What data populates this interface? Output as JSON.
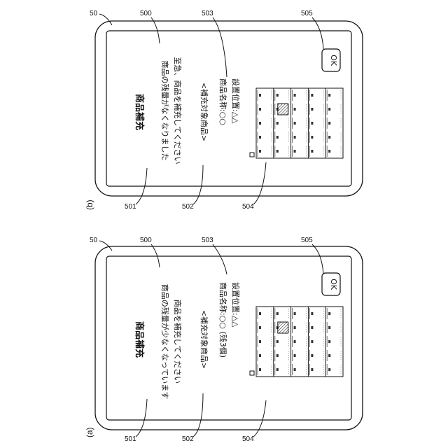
{
  "refs": {
    "device": "50",
    "screen": "500",
    "message": "501",
    "target_info": "502",
    "product_info": "503",
    "shelf_image": "504",
    "ok_button": "505"
  },
  "panels": [
    {
      "label": "(a)",
      "title": "商品補充",
      "message_lines": [
        "商品の残量が少なくなっています",
        "商品を補充してください"
      ],
      "target_heading": "<補充対象商品>",
      "product_name": "商品名称:○○ (残3個)",
      "location": "設置位置:△△",
      "ok_label": "OK"
    },
    {
      "label": "(b)",
      "title": "商品補充",
      "message_lines": [
        "商品の残量がなくなりました",
        "至急、商品を補充してください"
      ],
      "target_heading": "<補充対象商品>",
      "product_name": "商品名称:○○",
      "location": "設置位置:△△",
      "ok_label": "OK"
    }
  ]
}
